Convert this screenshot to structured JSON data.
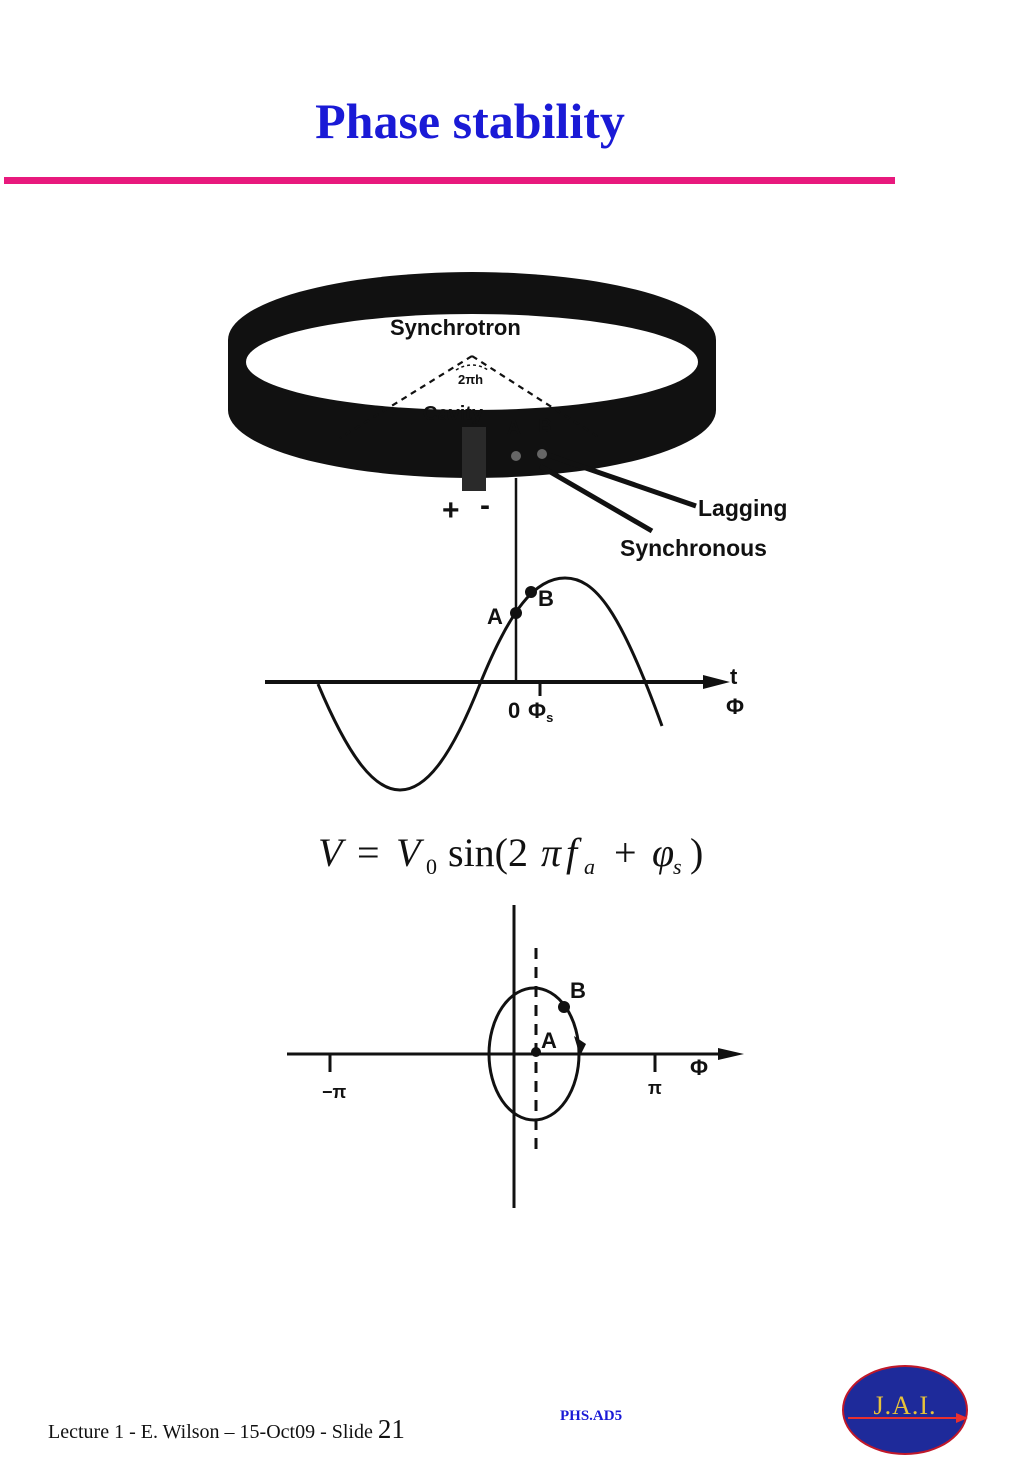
{
  "slide": {
    "title": "Phase stability",
    "footer": {
      "text": "Lecture 1 - E. Wilson – 15-Oct09 - Slide ",
      "slide_number": "21",
      "code": "PHS.AD5"
    },
    "logo_text": "J.A.I.",
    "accent_color": "#e8197d",
    "title_color": "#1a1ad6"
  },
  "ring": {
    "name": "Synchrotron",
    "angle": "2πh",
    "cavity": "Cavity",
    "point_a": "A",
    "point_b": "B",
    "plus": "+",
    "minus": "-",
    "lagging": "Lagging",
    "synchronous": "Synchronous"
  },
  "waveform": {
    "point_a": "A",
    "point_b": "B",
    "t_label": "t",
    "phi_label": "Φ",
    "zero_label": "0",
    "phis_label": "Φ",
    "phis_sub": "s"
  },
  "equation": {
    "V": "V",
    "eq": "=",
    "V0": "V",
    "sub0": "0",
    "sin": "sin(2",
    "pi": "π",
    "f": "f",
    "sub_a": "a",
    "plus": "+",
    "phi": "φ",
    "sub_s": "s",
    "close": ")"
  },
  "phase_space": {
    "point_a": "A",
    "point_b": "B",
    "minus_pi": "−π",
    "pi": "π",
    "phi": "Φ"
  }
}
